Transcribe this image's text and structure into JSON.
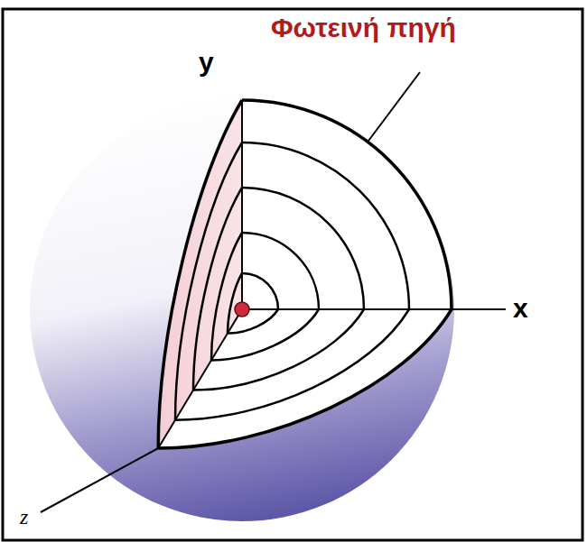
{
  "diagram": {
    "labels": [
      "y",
      "Φωτεινή πηγή",
      "x",
      "z"
    ]
  }
}
